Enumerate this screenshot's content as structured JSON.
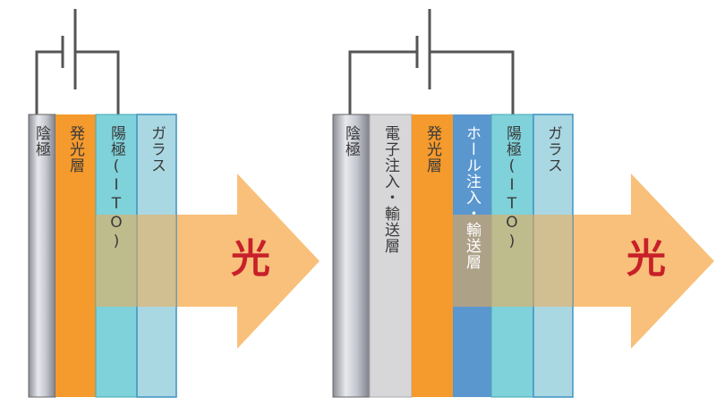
{
  "colors": {
    "wire": "#555555",
    "cathode": "#b9bcc6",
    "emissive": "#f59a2c",
    "anode": "#7fd1da",
    "glass": "#a9d8e3",
    "electron_layer": "#d7d7d9",
    "hole_layer": "#5a97cf",
    "arrow": "#f8c07a",
    "light_text": "#c8202a"
  },
  "left_device": {
    "layers": [
      {
        "label": "陰極"
      },
      {
        "label": "発光層"
      },
      {
        "label": "陽極(ITO)"
      },
      {
        "label": "ガラス"
      }
    ],
    "light_label": "光"
  },
  "right_device": {
    "layers": [
      {
        "label": "陰極"
      },
      {
        "label": "電子注入・輸送層"
      },
      {
        "label": "発光層"
      },
      {
        "label": "ホール注入・輸送層"
      },
      {
        "label": "陽極(ITO)"
      },
      {
        "label": "ガラス"
      }
    ],
    "light_label": "光"
  }
}
